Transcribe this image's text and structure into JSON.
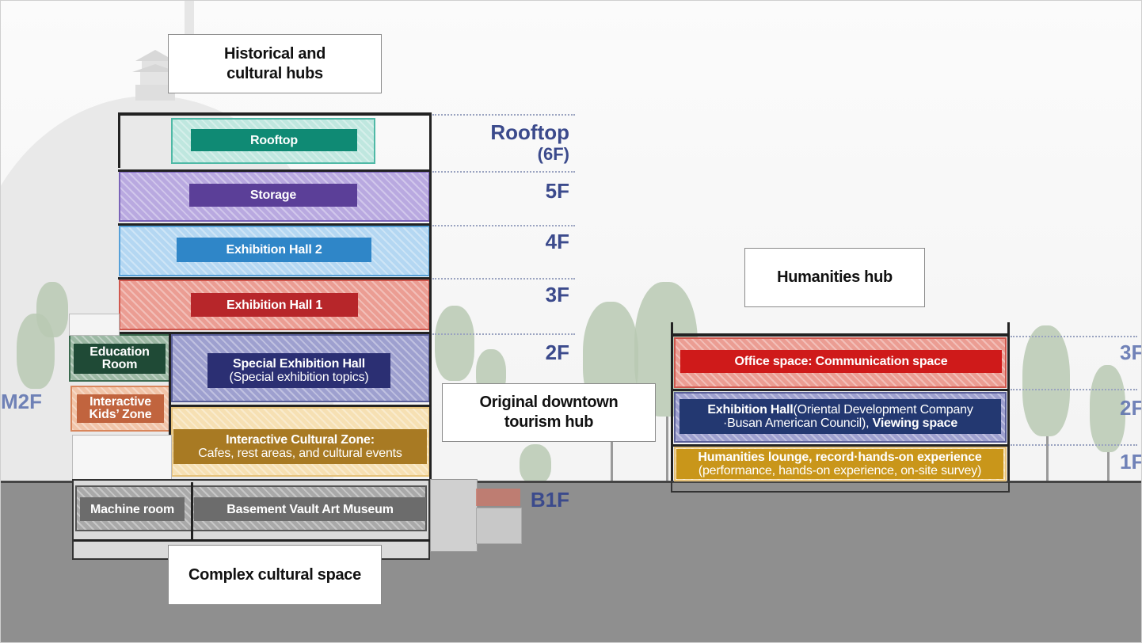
{
  "callouts": {
    "historical": "Historical and\ncultural hubs",
    "humanities": "Humanities hub",
    "tourism": "Original downtown\ntourism hub",
    "complex": "Complex cultural space"
  },
  "floor_labels": {
    "rooftop": "Rooftop",
    "rooftop_sub": "(6F)",
    "f5": "5F",
    "f4": "4F",
    "f3": "3F",
    "f2": "2F",
    "b1": "B1F",
    "m2f": "M2F",
    "right_3f": "3F",
    "right_2f": "2F",
    "right_1f": "1F"
  },
  "spaces": {
    "rooftop": "Rooftop",
    "storage": "Storage",
    "hall2": "Exhibition Hall 2",
    "hall1": "Exhibition Hall 1",
    "special_1": "Special Exhibition Hall",
    "special_2": "(Special exhibition topics)",
    "education_1": "Education",
    "education_2": "Room",
    "kids_1": "Interactive",
    "kids_2": "Kids’ Zone",
    "cultural_1": "Interactive Cultural Zone:",
    "cultural_2": "Cafes, rest areas, and cultural events",
    "machine": "Machine room",
    "vault": "Basement Vault Art Museum",
    "office": "Office space: Communication space",
    "exh_a": "Exhibition Hall",
    "exh_b": "(Oriental Development Company",
    "exh_c": "·Busan American Council), ",
    "exh_d": "Viewing space",
    "lounge_1": "Humanities lounge, record·hands-on experience",
    "lounge_2": "(performance, hands-on experience, on-site survey)"
  },
  "colors": {
    "rooftop": "#0f8a74",
    "storage": "#5b3f98",
    "hall2": "#2f86c8",
    "hall1": "#b7262a",
    "special": "#2b2f73",
    "education": "#1f4a36",
    "kids": "#c1643e",
    "cultural": "#a87a23",
    "basement": "#6c6c6c",
    "office": "#cf1a1a",
    "exhibition_right": "#233871",
    "lounge": "#c9961a",
    "floor_label": "#3b4a8c"
  }
}
